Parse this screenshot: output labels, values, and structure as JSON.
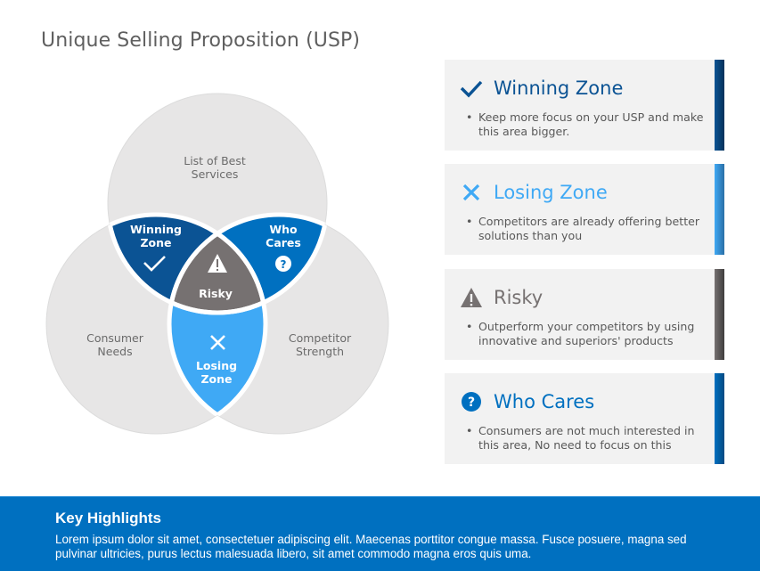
{
  "title": "Unique Selling Proposition (USP)",
  "venn": {
    "circles": [
      {
        "id": "top",
        "label_lines": [
          "List of Best",
          "Services"
        ]
      },
      {
        "id": "left",
        "label_lines": [
          "Consumer",
          "Needs"
        ]
      },
      {
        "id": "right",
        "label_lines": [
          "Competitor",
          "Strength"
        ]
      }
    ],
    "regions": {
      "winning": {
        "label_lines": [
          "Winning",
          "Zone"
        ],
        "icon": "checkmark-icon",
        "color": "#0b5394"
      },
      "who_cares": {
        "label_lines": [
          "Who",
          "Cares"
        ],
        "icon": "question-circle-icon",
        "color": "#0070c0"
      },
      "losing": {
        "label_lines": [
          "Losing",
          "Zone"
        ],
        "icon": "x-icon",
        "color": "#3fa9f5"
      },
      "risky": {
        "label": "Risky",
        "icon": "warning-triangle-icon",
        "color": "#767171"
      }
    },
    "circle_fill": "#e7e6e6"
  },
  "cards": [
    {
      "title": "Winning Zone",
      "icon": "checkmark-icon",
      "color": "#0b5394",
      "bar_from": "#0b5394",
      "bar_to": "#06325a",
      "bullet": "Keep more focus on your USP and make this area bigger."
    },
    {
      "title": "Losing Zone",
      "icon": "x-icon",
      "color": "#3fa9f5",
      "bar_from": "#3fa9f5",
      "bar_to": "#2a6fa6",
      "bullet": "Competitors are already offering better solutions than you"
    },
    {
      "title": "Risky",
      "icon": "warning-triangle-icon",
      "color": "#767171",
      "bar_from": "#767171",
      "bar_to": "#3f3d3d",
      "bullet": "Outperform your competitors by using innovative and superiors' products"
    },
    {
      "title": "Who Cares",
      "icon": "question-circle-icon",
      "color": "#0070c0",
      "bar_from": "#0070c0",
      "bar_to": "#064a82",
      "bullet": "Consumers are not much interested in this area, No need to focus on this"
    }
  ],
  "bullet_symbol": "•",
  "footer": {
    "heading": "Key Highlights",
    "body": "Lorem ipsum dolor sit amet, consectetuer adipiscing elit. Maecenas porttitor congue massa. Fusce posuere, magna sed pulvinar ultricies, purus lectus malesuada libero, sit amet commodo magna eros quis uma."
  }
}
